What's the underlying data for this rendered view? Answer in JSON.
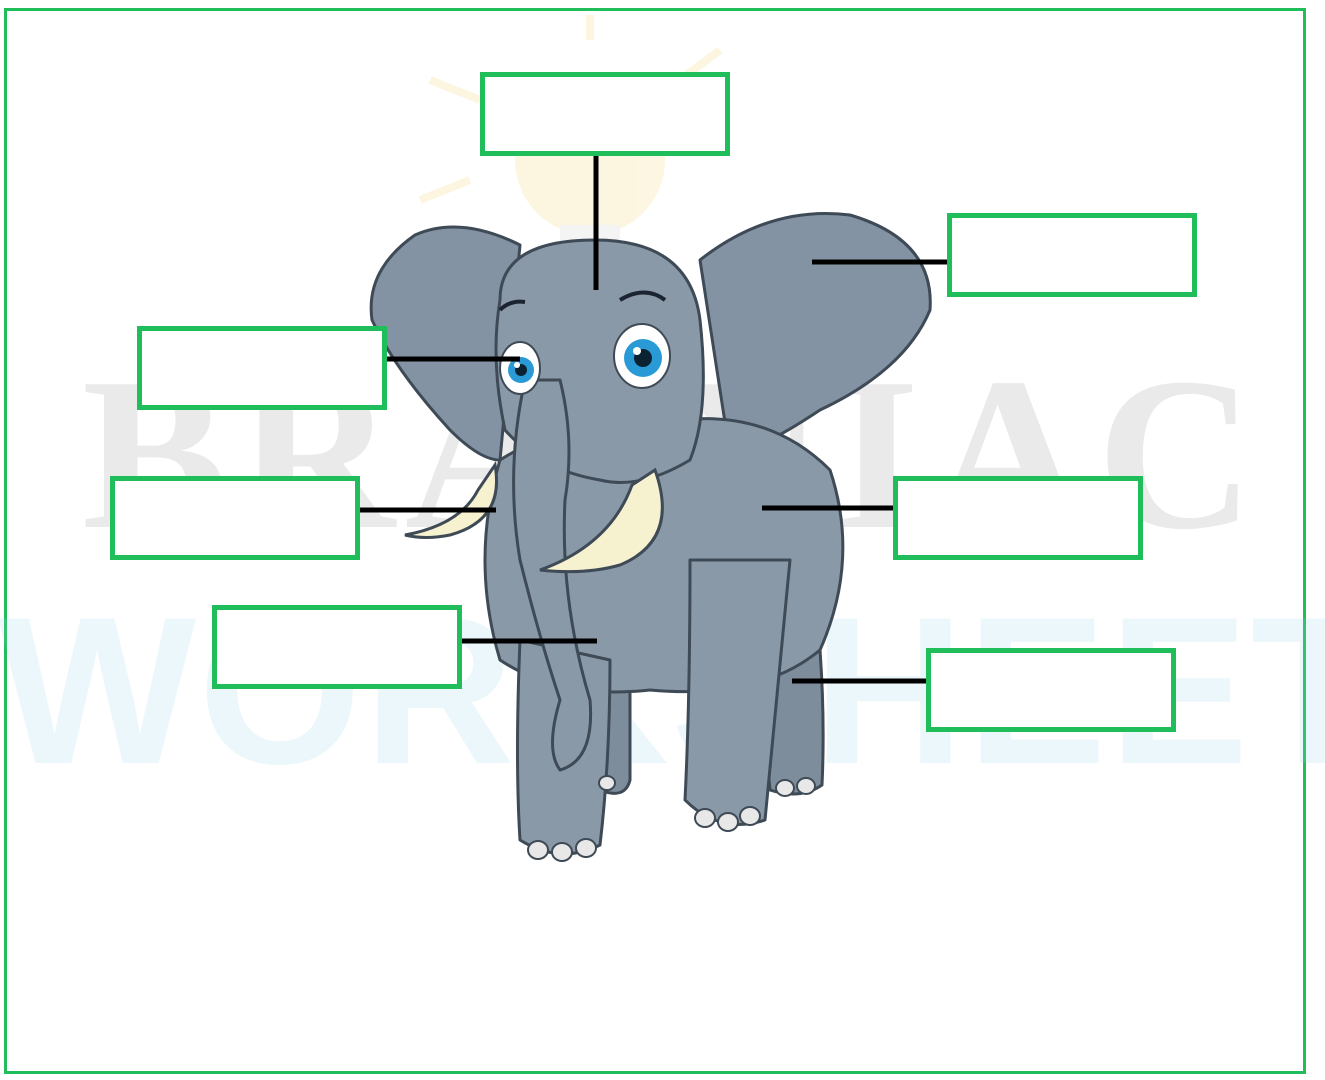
{
  "worksheet": {
    "title": "",
    "subject": "elephant"
  },
  "watermark": {
    "line1": "BRAINIAC",
    "line2": "WORKSHEETS"
  },
  "labels": [
    {
      "id": "head",
      "text": ""
    },
    {
      "id": "ear",
      "text": ""
    },
    {
      "id": "eye",
      "text": ""
    },
    {
      "id": "tusk",
      "text": ""
    },
    {
      "id": "body",
      "text": ""
    },
    {
      "id": "trunk",
      "text": ""
    },
    {
      "id": "leg",
      "text": ""
    }
  ],
  "colors": {
    "frame": "#1fbe5a",
    "line": "#000000",
    "elephant": "#8a99a8",
    "tusk": "#f6f1cf",
    "eye": "#2a9ad6"
  }
}
